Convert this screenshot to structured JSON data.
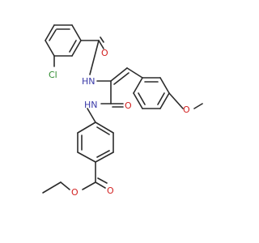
{
  "molecule": {
    "atoms": {
      "cl": "Cl",
      "o_amide1": "O",
      "nh_1": "HN",
      "o_amide2": "O",
      "nh_2": "HN",
      "o_methoxy": "O",
      "o_ester_carbonyl": "O",
      "o_ester": "O"
    },
    "colors": {
      "bond": "#2b2b2b",
      "nitrogen": "#3a3aa8",
      "oxygen": "#d22020",
      "chlorine": "#2e8b2e"
    }
  }
}
